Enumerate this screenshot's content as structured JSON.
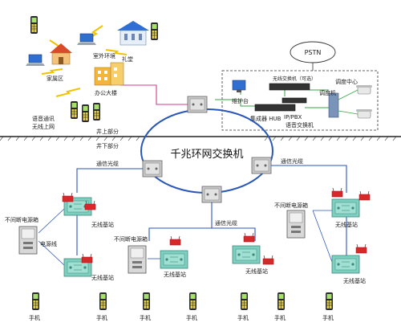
{
  "title": "千兆环网交换机",
  "zones": {
    "above": "井上部分",
    "below": "井下部分"
  },
  "surface": {
    "outdoor_env": "室外环境",
    "auditorium": "礼堂",
    "residential": "家属区",
    "office": "办公大楼",
    "voice_wireless": [
      "语音通讯",
      "无线上网"
    ]
  },
  "control_room": {
    "pstn": "PSTN",
    "maintenance": "维护台",
    "wireless_switch": "无线交换机（可选）",
    "hub": "集成器 HUB",
    "pbx": [
      "IP/PBX",
      "语音交换机"
    ],
    "dispatch_center": "调度中心",
    "dispatcher": "调度机"
  },
  "underground": {
    "fiber_left": "通信光缆",
    "fiber_right": "通信光缆",
    "fiber_bottom": "通信光缆",
    "ups_left": "不间断电源箱",
    "ups_mid": "不间断电源箱",
    "ups_right": "不间断电源箱",
    "power_line": "电源线",
    "base_station": "无线基站",
    "phone": "手机"
  },
  "colors": {
    "fiber": "#2a56b8",
    "wifi": "#f2c200",
    "pink_link": "#d63a8c",
    "green_link": "#3aa646",
    "cabinet": "#7fcfc0",
    "router": "#d62a2a"
  }
}
